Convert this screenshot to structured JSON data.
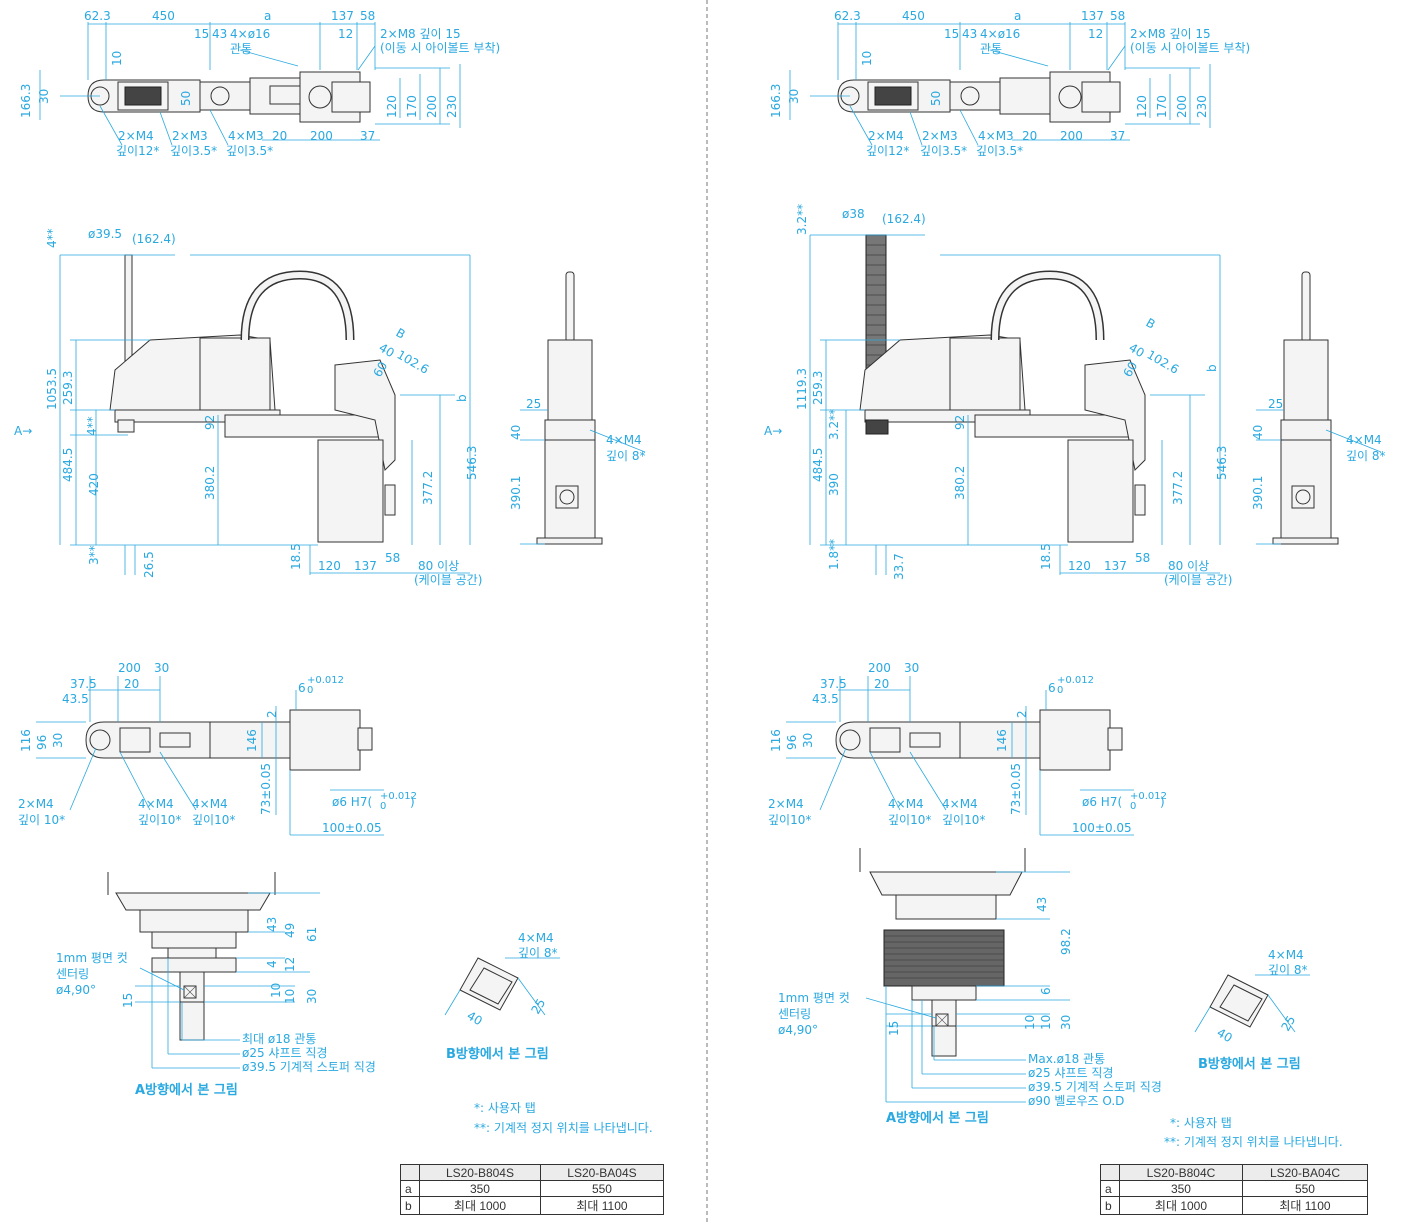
{
  "left": {
    "top_view": {
      "dims_top": [
        "62.3",
        "450",
        "a",
        "137",
        "58"
      ],
      "dims_near_hole": [
        "15",
        "43",
        "4×ø16",
        "관통",
        "12"
      ],
      "note_bolt": [
        "2×M8 깊이 15",
        "(이동 시 아이볼트 부착)"
      ],
      "dims_left": [
        "166.3",
        "30",
        "10",
        "50"
      ],
      "dims_right": [
        "120",
        "170",
        "200",
        "230"
      ],
      "dims_bottom": [
        "20",
        "200",
        "37"
      ],
      "taps": [
        [
          "2×M4",
          "깊이12*"
        ],
        [
          "2×M3",
          "깊이3.5*"
        ],
        [
          "4×M3",
          "깊이3.5*"
        ]
      ]
    },
    "side_view": {
      "dims_top": [
        "4**",
        "ø39.5",
        "(162.4)"
      ],
      "dims_left": [
        "1053.5",
        "259.3",
        "4**",
        "484.5",
        "420",
        "3**",
        "26.5"
      ],
      "dims_center": [
        "92",
        "380.2"
      ],
      "dims_right": [
        "40",
        "102.6",
        "60",
        "b",
        "546.3",
        "377.2"
      ],
      "b_label": "B",
      "dims_bottom": [
        "18.5",
        "120",
        "137",
        "58",
        "80 이상",
        "(케이블 공간)"
      ],
      "a_arrow": "A→"
    },
    "front_view": {
      "dims": [
        "25",
        "40",
        "390.1"
      ],
      "tap": [
        "4×M4",
        "깊이 8*"
      ]
    },
    "arm_view": {
      "dims_top": [
        "200",
        "30",
        "37.5",
        "20",
        "43.5"
      ],
      "dims_left": [
        "116",
        "96",
        "30"
      ],
      "dims_mid": [
        "146"
      ],
      "dims_plate": [
        "6",
        "+0.012",
        "0",
        "2",
        "73±0.05",
        "ø6 H7(",
        "+0.012",
        "0",
        ")",
        "100±0.05"
      ],
      "taps": [
        [
          "2×M4",
          "깊이 10*"
        ],
        [
          "4×M4",
          "깊이10*"
        ],
        [
          "4×M4",
          "깊이10*"
        ]
      ]
    },
    "view_a": {
      "dims_right": [
        "43",
        "49",
        "61",
        "4",
        "12",
        "10",
        "10",
        "30"
      ],
      "dims_left": [
        "15"
      ],
      "note": [
        "1mm 평면 컷",
        "센터링",
        "ø4,90°"
      ],
      "leaders": [
        "최대 ø18 관통",
        "ø25 샤프트 직경",
        "ø39.5 기계적 스토퍼 직경"
      ],
      "caption": "A방향에서 본 그림"
    },
    "view_b": {
      "tap": [
        "4×M4",
        "깊이 8*"
      ],
      "dims": [
        "25",
        "40"
      ],
      "caption": "B방향에서 본 그림"
    },
    "notes": [
      "*: 사용자 탭",
      "**: 기계적 정지 위치를 나타냅니다."
    ],
    "table": {
      "headers": [
        "",
        "LS20-B804S",
        "LS20-BA04S"
      ],
      "rows": [
        [
          "a",
          "350",
          "550"
        ],
        [
          "b",
          "최대 1000",
          "최대 1100"
        ]
      ]
    }
  },
  "right": {
    "top_view": {
      "dims_top": [
        "62.3",
        "450",
        "a",
        "137",
        "58"
      ],
      "dims_near_hole": [
        "15",
        "43",
        "4×ø16",
        "관통",
        "12"
      ],
      "note_bolt": [
        "2×M8 깊이 15",
        "(이동 시 아이볼트 부착)"
      ],
      "dims_left": [
        "166.3",
        "30",
        "10",
        "50"
      ],
      "dims_right": [
        "120",
        "170",
        "200",
        "230"
      ],
      "dims_bottom": [
        "20",
        "200",
        "37"
      ],
      "taps": [
        [
          "2×M4",
          "깊이12*"
        ],
        [
          "2×M3",
          "깊이3.5*"
        ],
        [
          "4×M3",
          "깊이3.5*"
        ]
      ]
    },
    "side_view": {
      "dims_top": [
        "3.2**",
        "ø38",
        "(162.4)"
      ],
      "dims_left": [
        "1119.3",
        "259.3",
        "3.2**",
        "484.5",
        "390",
        "1.8**",
        "33.7"
      ],
      "dims_center": [
        "92",
        "380.2"
      ],
      "dims_right": [
        "40",
        "102.6",
        "60",
        "b",
        "546.3",
        "377.2"
      ],
      "b_label": "B",
      "dims_bottom": [
        "18.5",
        "120",
        "137",
        "58",
        "80 이상",
        "(케이블 공간)"
      ],
      "a_arrow": "A→"
    },
    "front_view": {
      "dims": [
        "25",
        "40",
        "390.1"
      ],
      "tap": [
        "4×M4",
        "깊이 8*"
      ]
    },
    "arm_view": {
      "dims_top": [
        "200",
        "30",
        "37.5",
        "20",
        "43.5"
      ],
      "dims_left": [
        "116",
        "96",
        "30"
      ],
      "dims_mid": [
        "146"
      ],
      "dims_plate": [
        "6",
        "+0.012",
        "0",
        "2",
        "73±0.05",
        "ø6 H7(",
        "+0.012",
        "0",
        ")",
        "100±0.05"
      ],
      "taps": [
        [
          "2×M4",
          "깊이10*"
        ],
        [
          "4×M4",
          "깊이10*"
        ],
        [
          "4×M4",
          "깊이10*"
        ]
      ]
    },
    "view_a": {
      "dims_right": [
        "43",
        "98.2",
        "6",
        "10",
        "10",
        "30"
      ],
      "dims_left": [
        "15"
      ],
      "note": [
        "1mm 평면 컷",
        "센터링",
        "ø4,90°"
      ],
      "leaders": [
        "Max.ø18 관통",
        "ø25 샤프트 직경",
        "ø39.5 기계적 스토퍼 직경",
        "ø90 벨로우즈 O.D"
      ],
      "caption": "A방향에서 본 그림"
    },
    "view_b": {
      "tap": [
        "4×M4",
        "깊이 8*"
      ],
      "dims": [
        "25",
        "40"
      ],
      "caption": "B방향에서 본 그림"
    },
    "notes": [
      "*: 사용자 탭",
      "**: 기계적 정지 위치를 나타냅니다."
    ],
    "table": {
      "headers": [
        "",
        "LS20-B804C",
        "LS20-BA04C"
      ],
      "rows": [
        [
          "a",
          "350",
          "550"
        ],
        [
          "b",
          "최대 1000",
          "최대 1100"
        ]
      ]
    }
  }
}
